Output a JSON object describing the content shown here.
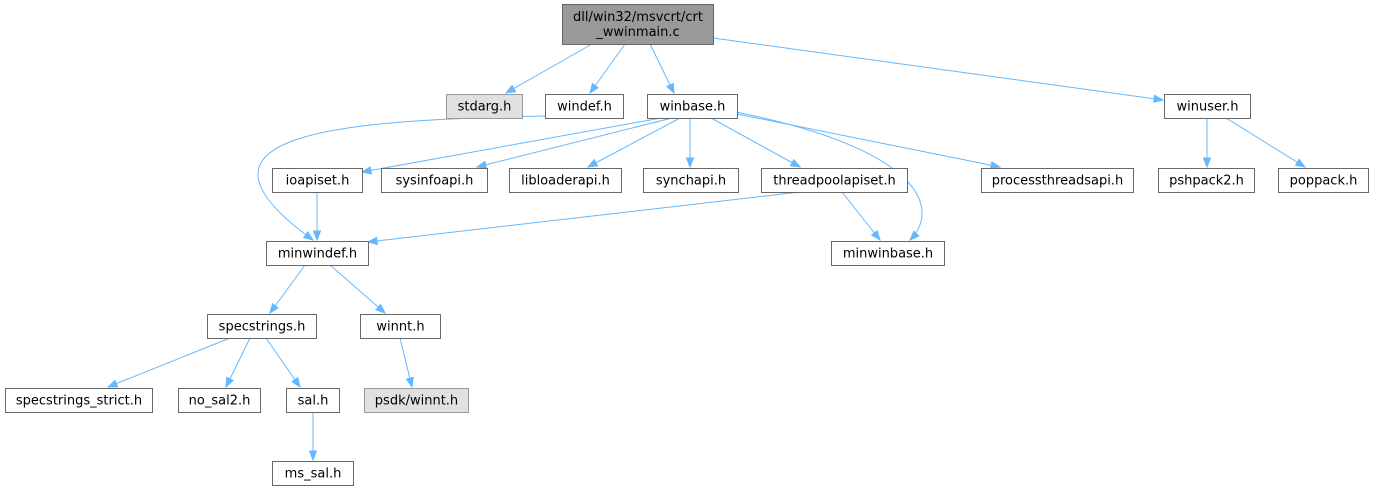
{
  "diagram": {
    "type": "include-dependency-graph",
    "colors": {
      "edge": "#63b8ff",
      "root_fill": "#999999",
      "external_fill": "#e0e0e0",
      "border": "#666666"
    },
    "nodes": {
      "root": [
        "dll/win32/msvcrt/crt",
        "_wwinmain.c"
      ],
      "stdarg": "stdarg.h",
      "windef": "windef.h",
      "winbase": "winbase.h",
      "winuser": "winuser.h",
      "ioapiset": "ioapiset.h",
      "sysinfoapi": "sysinfoapi.h",
      "libloaderapi": "libloaderapi.h",
      "synchapi": "synchapi.h",
      "threadpoolapiset": "threadpoolapiset.h",
      "processthreadsapi": "processthreadsapi.h",
      "pshpack2": "pshpack2.h",
      "poppack": "poppack.h",
      "minwindef": "minwindef.h",
      "minwinbase": "minwinbase.h",
      "specstrings": "specstrings.h",
      "winnt": "winnt.h",
      "specstrings_strict": "specstrings_strict.h",
      "no_sal2": "no_sal2.h",
      "sal": "sal.h",
      "psdk_winnt": "psdk/winnt.h",
      "ms_sal": "ms_sal.h"
    },
    "edges": [
      [
        "root",
        "stdarg"
      ],
      [
        "root",
        "windef"
      ],
      [
        "root",
        "winbase"
      ],
      [
        "root",
        "winuser"
      ],
      [
        "windef",
        "minwindef"
      ],
      [
        "winbase",
        "ioapiset"
      ],
      [
        "winbase",
        "sysinfoapi"
      ],
      [
        "winbase",
        "libloaderapi"
      ],
      [
        "winbase",
        "synchapi"
      ],
      [
        "winbase",
        "threadpoolapiset"
      ],
      [
        "winbase",
        "minwinbase"
      ],
      [
        "winbase",
        "processthreadsapi"
      ],
      [
        "ioapiset",
        "minwindef"
      ],
      [
        "threadpoolapiset",
        "minwindef"
      ],
      [
        "threadpoolapiset",
        "minwinbase"
      ],
      [
        "winuser",
        "pshpack2"
      ],
      [
        "winuser",
        "poppack"
      ],
      [
        "minwindef",
        "specstrings"
      ],
      [
        "minwindef",
        "winnt"
      ],
      [
        "specstrings",
        "specstrings_strict"
      ],
      [
        "specstrings",
        "no_sal2"
      ],
      [
        "specstrings",
        "sal"
      ],
      [
        "winnt",
        "psdk_winnt"
      ],
      [
        "sal",
        "ms_sal"
      ]
    ]
  }
}
